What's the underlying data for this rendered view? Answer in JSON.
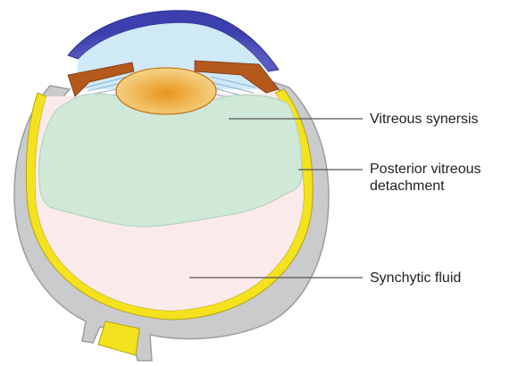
{
  "labels": {
    "vitreous_synersis": "Vitreous synersis",
    "posterior_vitreous_detachment_line1": "Posterior vitreous",
    "posterior_vitreous_detachment_line2": "detachment",
    "synchytic_fluid": "Synchytic fluid"
  },
  "colors": {
    "sclera": "#c9cbcd",
    "sclera_outline": "#9a9ea2",
    "retina": "#f3e21d",
    "choroid": "#e8c91a",
    "vitreous_gel": "#cfe8d8",
    "gel_outline": "#b4d5c0",
    "synchytic_fluid": "#fbeaea",
    "cornea": "#5a5fc6",
    "anterior_chamber": "#cfe9f7",
    "iris": "#b5581c",
    "lens_center": "#e8961c",
    "lens_edge": "#f6d58a",
    "zonules": "#b9d4ea",
    "optic_nerve": "#f3e21d"
  }
}
